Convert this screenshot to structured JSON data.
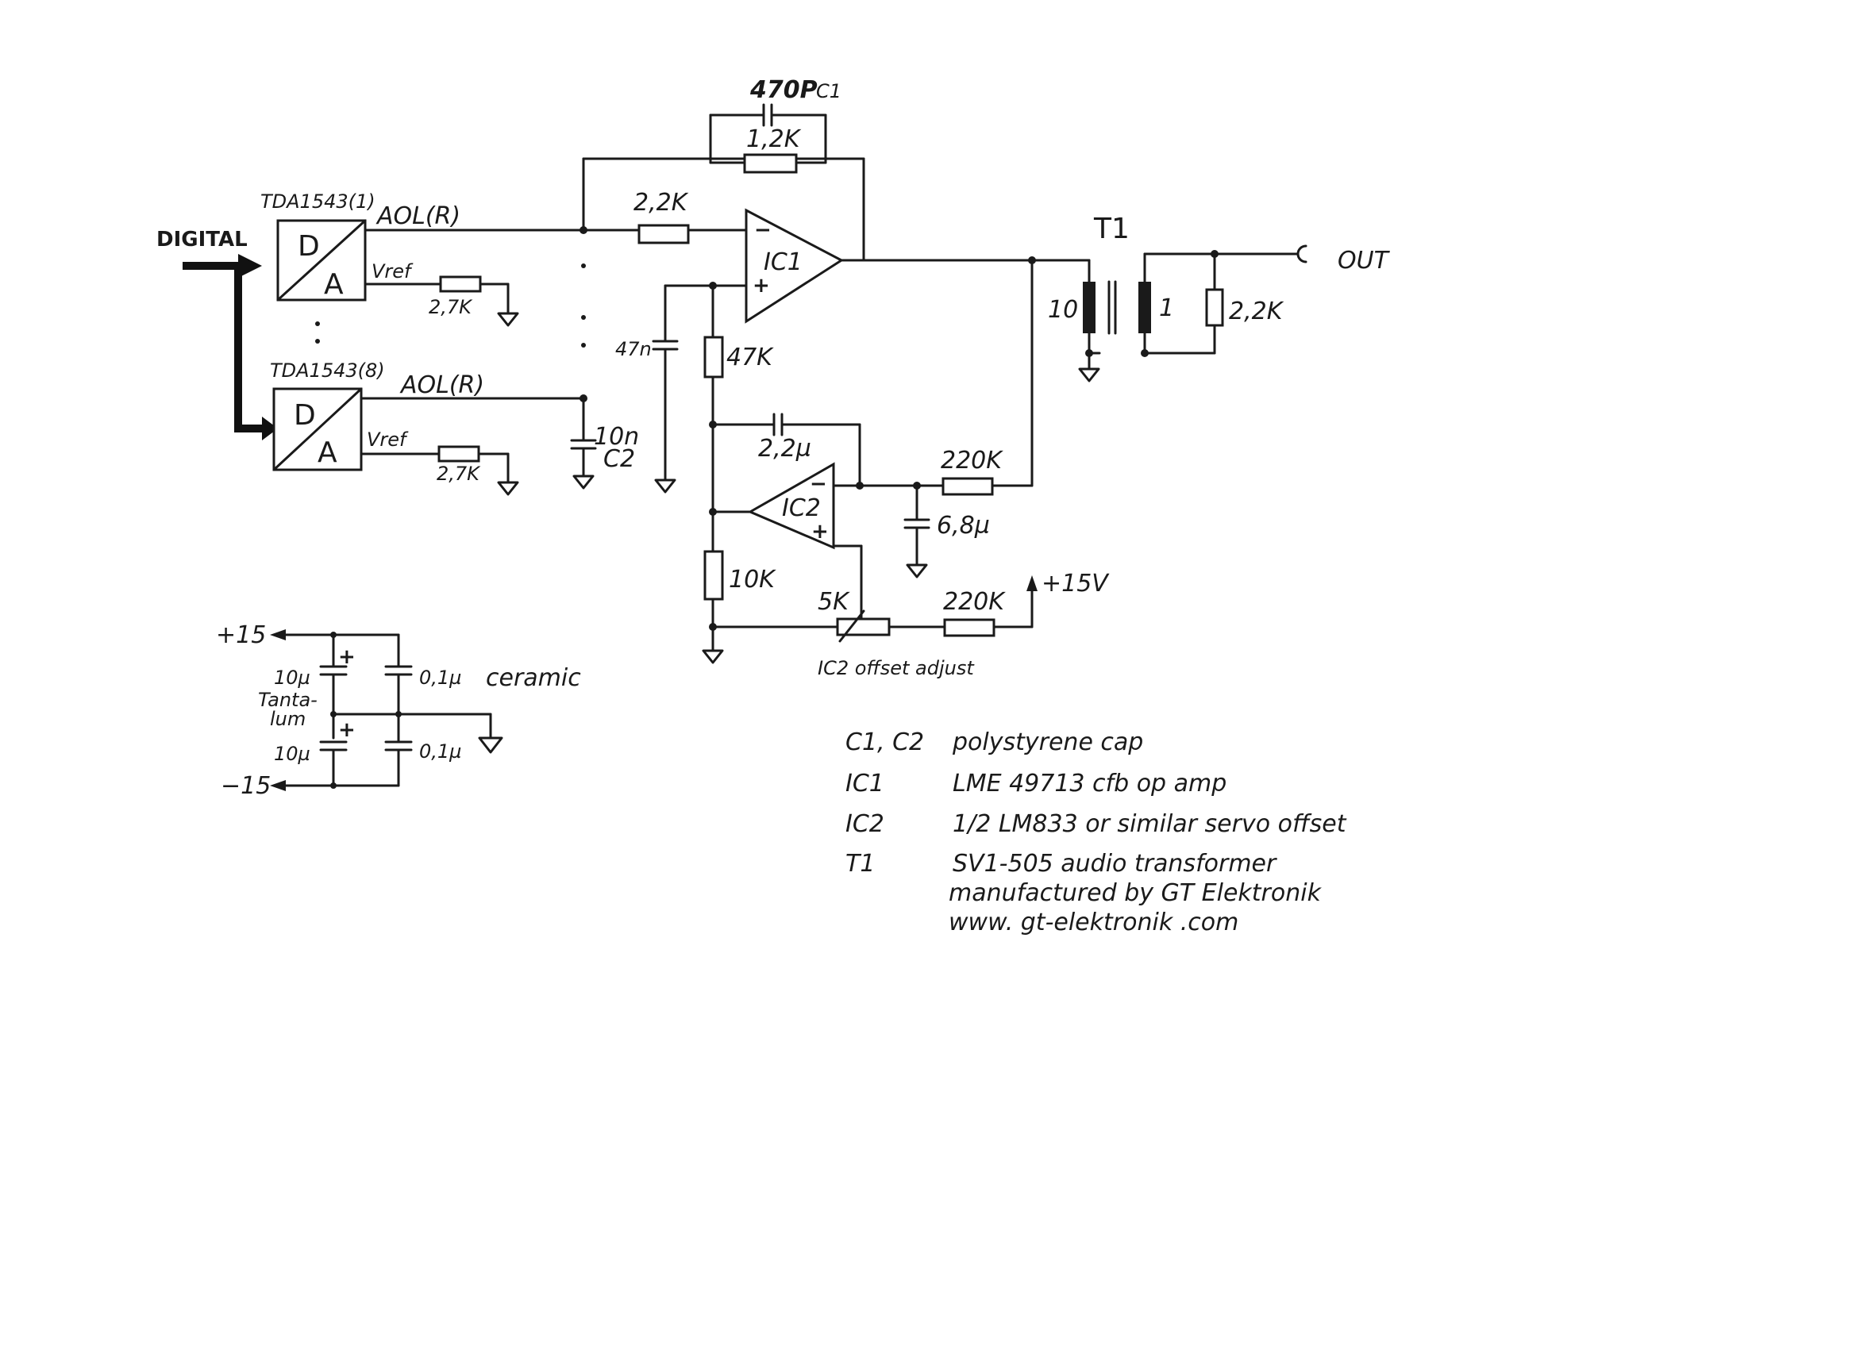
{
  "labels": {
    "digital": "DIGITAL",
    "dac1_name": "TDA1543(1)",
    "dac8_name": "TDA1543(8)",
    "dac_d": "D",
    "dac_a": "A",
    "aol_r1": "AOL(R)",
    "aol_r8": "AOL(R)",
    "vref1": "Vref",
    "vref8": "Vref",
    "r_vref1": "2,7K",
    "r_vref8": "2,7K",
    "c_feedback": "470P",
    "c1": "C1",
    "r_feedback": "1,2K",
    "r_input": "2,2K",
    "ic1": "IC1",
    "c2_value": "10n",
    "c2": "C2",
    "c_47n": "47n",
    "r_47k": "47K",
    "c_2u2": "2,2µ",
    "r_220k_a": "220K",
    "c_6u8": "6,8µ",
    "ic2": "IC2",
    "r_10k": "10K",
    "pot_5k": "5K",
    "r_220k_b": "220K",
    "plus15v": "+15V",
    "offset_adjust": "IC2 offset adjust",
    "t1": "T1",
    "t1_primary": "10",
    "t1_secondary": "1",
    "r_out": "2,2K",
    "out": "OUT",
    "minus_sign": "−",
    "plus_sign": "+"
  },
  "supply": {
    "plus15": "+15",
    "minus15": "−15",
    "c_tant1": "10µ",
    "c_tant2": "10µ",
    "tantalum": "Tanta-\nlum",
    "c_cer1": "0,1µ",
    "c_cer1_note": "ceramic",
    "c_cer2": "0,1µ"
  },
  "notes": [
    {
      "ref": "C1, C2",
      "desc": "polystyrene cap"
    },
    {
      "ref": "IC1",
      "desc": "LME 49713   cfb op amp"
    },
    {
      "ref": "IC2",
      "desc": "1/2  LM833  or similar    servo offset"
    },
    {
      "ref": "T1",
      "desc": "SV1-505  audio transformer"
    },
    {
      "ref": "",
      "desc": "manufactured  by  GT  Elektronik"
    },
    {
      "ref": "",
      "desc": "www. gt-elektronik .com"
    }
  ]
}
